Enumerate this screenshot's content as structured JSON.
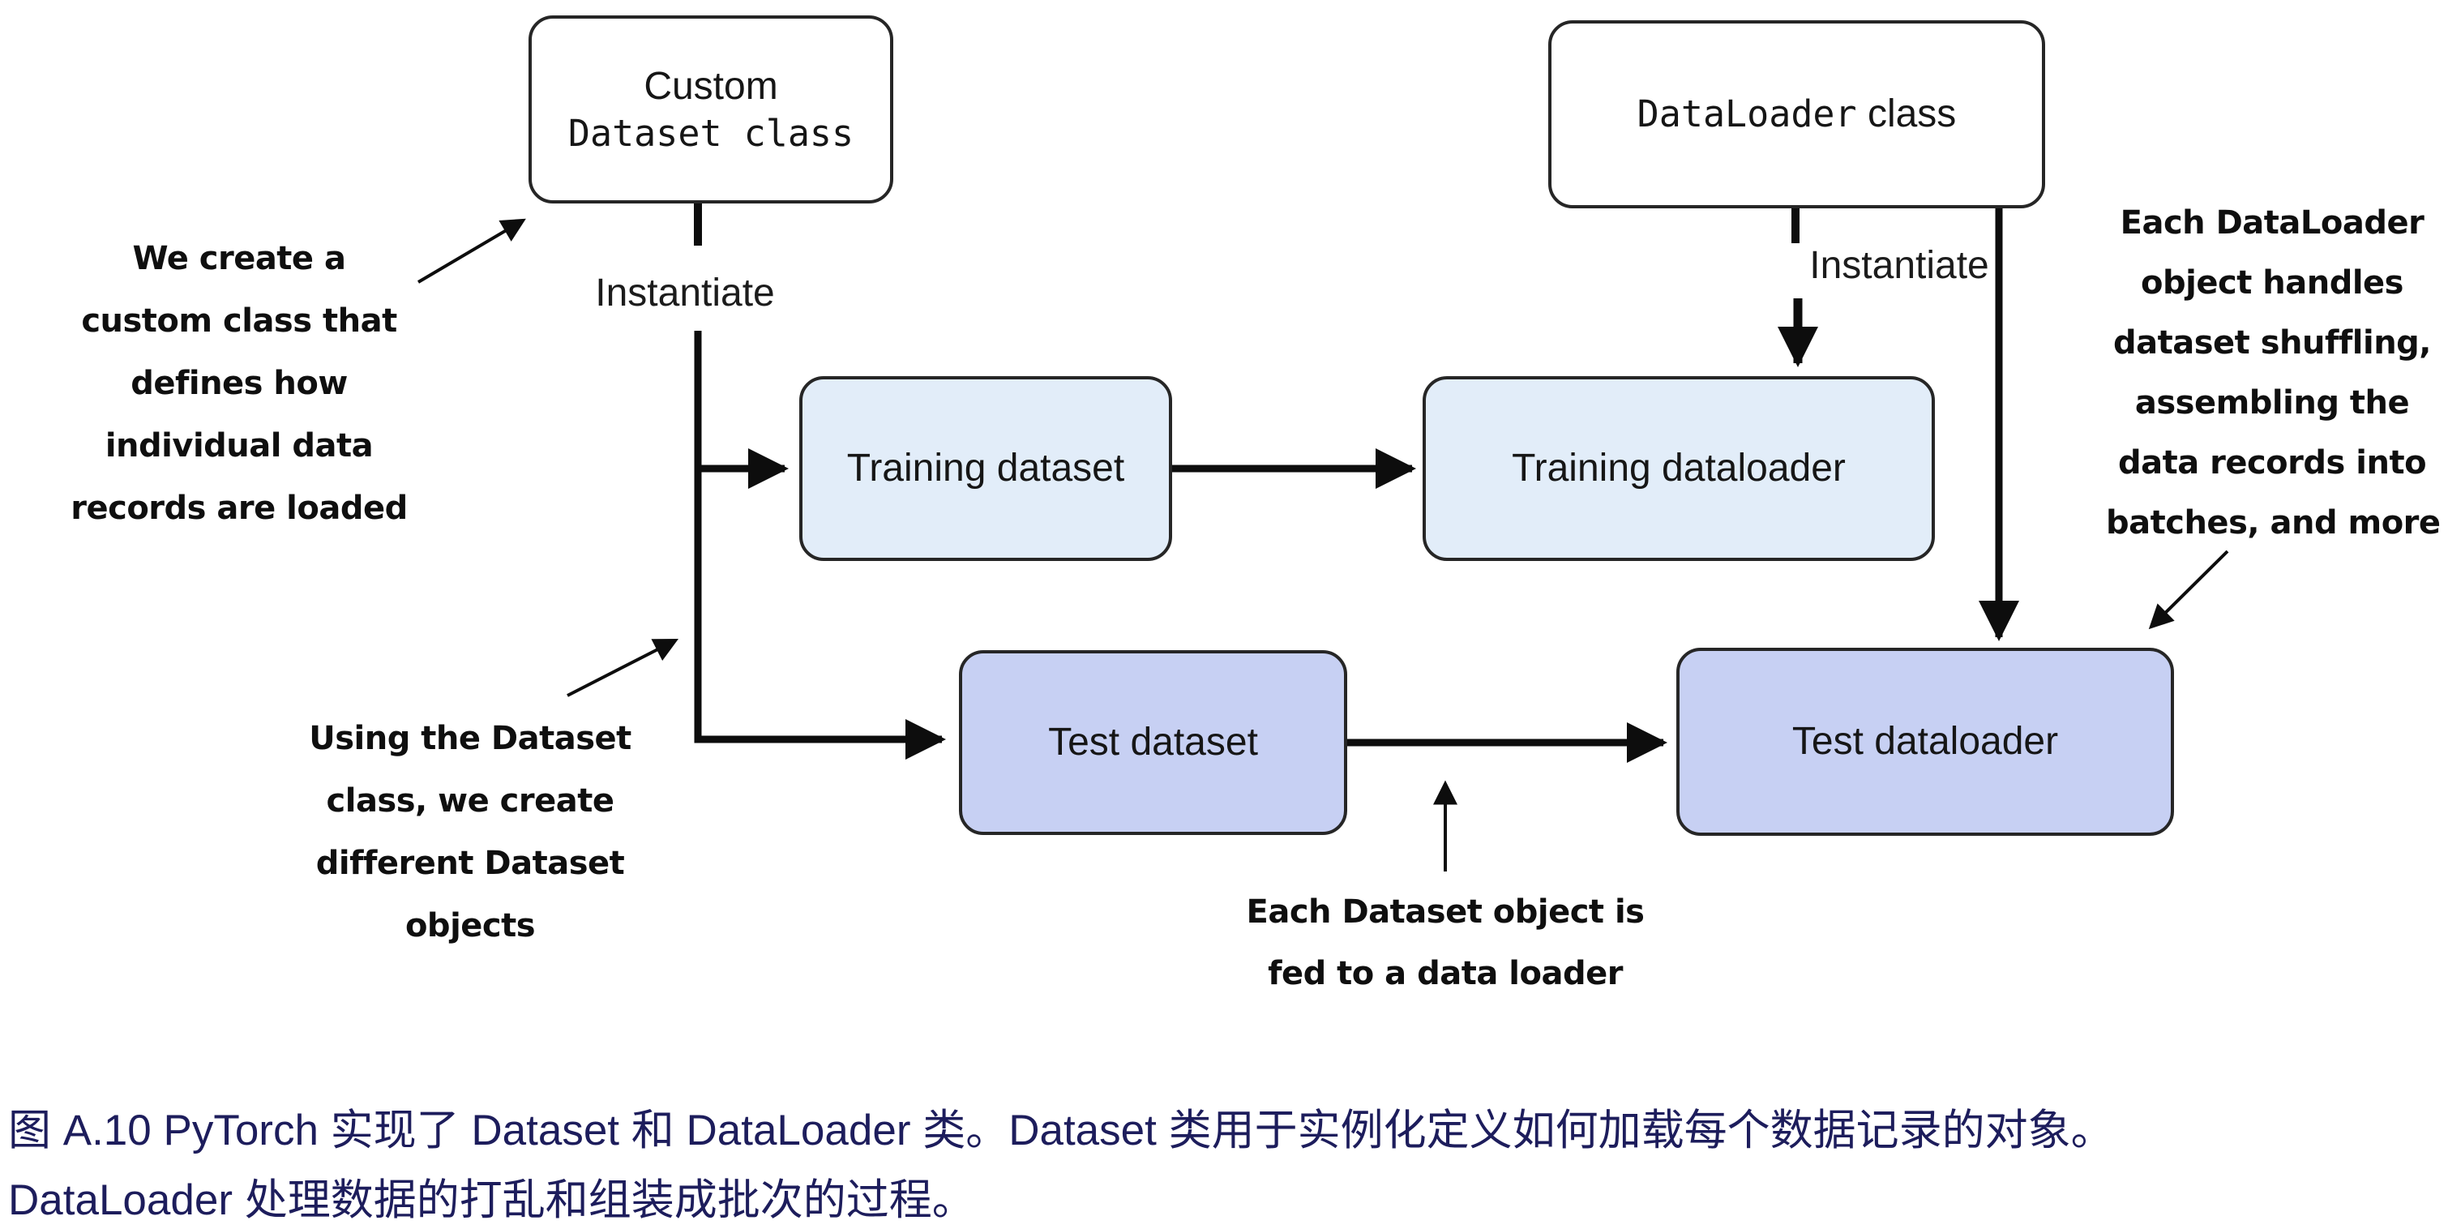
{
  "figure": {
    "type": "flow-diagram",
    "topic": "PyTorch Dataset and DataLoader instantiation flow"
  },
  "boxes": {
    "custom_dataset": {
      "line1": "Custom",
      "line2": "Dataset class"
    },
    "dataloader": {
      "code": "DataLoader",
      "suffix": " class"
    },
    "training_dataset": {
      "label": "Training dataset"
    },
    "training_dataloader": {
      "label": "Training dataloader"
    },
    "test_dataset": {
      "label": "Test dataset"
    },
    "test_dataloader": {
      "label": "Test dataloader"
    }
  },
  "edge_labels": {
    "instantiate_left": "Instantiate",
    "instantiate_right": "Instantiate"
  },
  "annotations": {
    "create_custom_class": {
      "lines": [
        "We create a",
        "custom class that",
        "defines how",
        "individual data",
        "records are loaded"
      ]
    },
    "using_dataset_class": {
      "lines": [
        "Using the Dataset",
        "class, we create",
        "different Dataset",
        "objects"
      ]
    },
    "dataloader_handles": {
      "lines": [
        "Each DataLoader",
        "object handles",
        "dataset shuffling,",
        "assembling the",
        "data records into",
        "batches, and more"
      ]
    },
    "dataset_fed": {
      "lines": [
        "Each Dataset object is",
        "fed to a data loader"
      ]
    }
  },
  "caption": {
    "line1": "图 A.10 PyTorch 实现了 Dataset 和 DataLoader 类。Dataset 类用于实例化定义如何加载每个数据记录的对象。",
    "line2": "DataLoader 处理数据的打乱和组装成批次的过程。"
  },
  "colors": {
    "box_fill_light": "#e2edf9",
    "box_fill_medium": "#c7d0f3",
    "caption_color": "#1d1d5c",
    "line_color": "#0d0d0d",
    "border_color": "#262626"
  }
}
